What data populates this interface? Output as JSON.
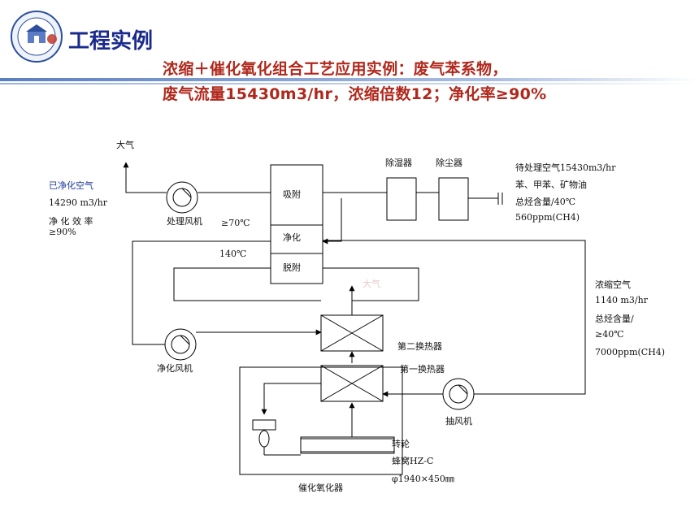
{
  "header": {
    "title": "工程实例",
    "subtitle_line1": "浓缩＋催化氧化组合工艺应用实例：废气苯系物，",
    "subtitle_line2": "废气流量15430m3/hr，浓缩倍数12；净化率≥90%"
  },
  "colors": {
    "title": "#1a2a8c",
    "subtitle": "#b0281c",
    "bar_gradient_start": "#5a7fc0",
    "bar_gradient_end": "#ffffff",
    "line": "#000000"
  },
  "icons": [
    "university-logo-icon",
    "fan-icon",
    "heat-exchanger-icon",
    "valve-icon"
  ],
  "diagram": {
    "atmosphere_top": "大气",
    "clean_air": {
      "title": "已净化空气",
      "flow": "14290 m3/hr",
      "eff1": "净 化 效 率",
      "eff2": "≥90%"
    },
    "adsorber": {
      "adsorb": "吸附",
      "purify": "净化",
      "desorb": "脱附"
    },
    "process_fan": "处理风机",
    "temp_70": "≥70℃",
    "temp_140": "140℃",
    "dehumidifier": "除湿器",
    "dust_remover": "除尘器",
    "inlet": {
      "line1": "待处理空气15430m3/hr",
      "line2": "苯、甲苯、矿物油",
      "line3": "总烃含量/40℃",
      "line4": "560ppm(CH4)"
    },
    "atmosphere_faint": "大气",
    "concentrated": {
      "title": "浓缩空气",
      "flow": "1140 m3/hr",
      "content": "总烃含量/",
      "temp": "≥40℃",
      "ppm": "7000ppm(CH4)"
    },
    "hx2": "第二换热器",
    "hx1": "第一换热器",
    "purify_fan": "净化风机",
    "exhaust_fan": "抽风机",
    "rotor": {
      "name": "转轮",
      "type": "蜂窝HZ-C",
      "size": "φ1940×450㎜"
    },
    "catalytic_oxidizer": "催化氧化器"
  }
}
